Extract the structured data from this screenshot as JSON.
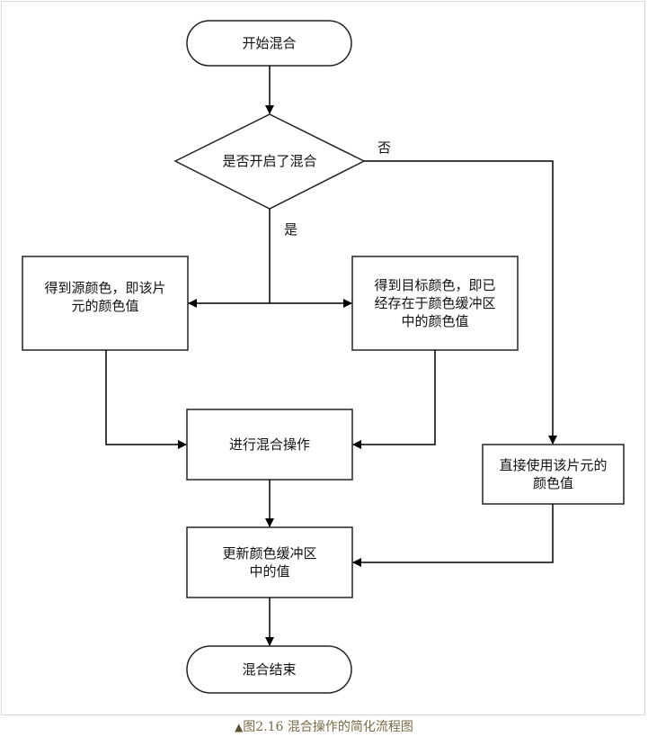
{
  "nodes": {
    "start": "开始混合",
    "decision": "是否开启了混合",
    "source_color": "得到源颜色，即该片\n元的颜色值",
    "dest_color": "得到目标颜色，即已\n经存在于颜色缓冲区\n中的颜色值",
    "blend_op": "进行混合操作",
    "direct_use": "直接使用该片元的\n颜色值",
    "update_buffer": "更新颜色缓冲区\n中的值",
    "end": "混合结束"
  },
  "edges": {
    "yes_label": "是",
    "no_label": "否"
  },
  "caption": {
    "marker": "▲",
    "text": "图2.16 混合操作的简化流程图"
  }
}
